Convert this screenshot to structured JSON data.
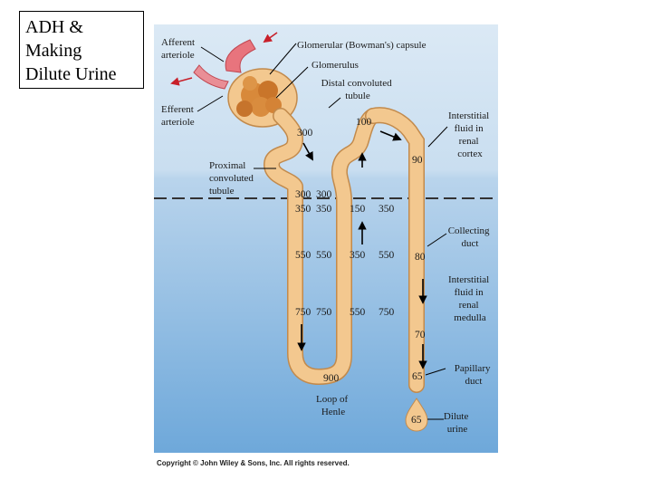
{
  "title": {
    "line1": "ADH &",
    "line2": "Making",
    "line3": "Dilute Urine"
  },
  "labels": {
    "afferent": [
      "Afferent",
      "arteriole"
    ],
    "efferent": [
      "Efferent",
      "arteriole"
    ],
    "capsule": "Glomerular (Bowman's) capsule",
    "glomerulus": "Glomerulus",
    "dct": [
      "Distal convoluted",
      "tubule"
    ],
    "pct": [
      "Proximal",
      "convoluted",
      "tubule"
    ],
    "cortex": [
      "Interstitial",
      "fluid in",
      "renal",
      "cortex"
    ],
    "collecting": [
      "Collecting",
      "duct"
    ],
    "medulla": [
      "Interstitial",
      "fluid in",
      "renal",
      "medulla"
    ],
    "loop": [
      "Loop of",
      "Henle"
    ],
    "papillary": [
      "Papillary",
      "duct"
    ],
    "urine": [
      "Dilute",
      "urine"
    ]
  },
  "values": {
    "pct_top": "300",
    "dct_top": "100",
    "cd_top": "90",
    "cortex_left": "300  300",
    "medulla_left_1": "350  350",
    "ascending_1": "150",
    "cd_1": "350",
    "row_2_left": "550  550",
    "row_2_ascending": "350",
    "row_2_cd": "550",
    "duct_80": "80",
    "row_3_left": "750  750",
    "row_3_ascending": "550",
    "row_3_cd": "750",
    "duct_70": "70",
    "loop_bottom": "900",
    "duct_65": "65",
    "urine_65": "65"
  },
  "copyright": "Copyright © John Wiley & Sons, Inc. All rights reserved.",
  "colors": {
    "cortex": "#d4e6f4",
    "medulla": "#7fb3de",
    "tubule": "#f3c88f",
    "tubule_edge": "#c28a4c",
    "boundary": "#333333"
  }
}
